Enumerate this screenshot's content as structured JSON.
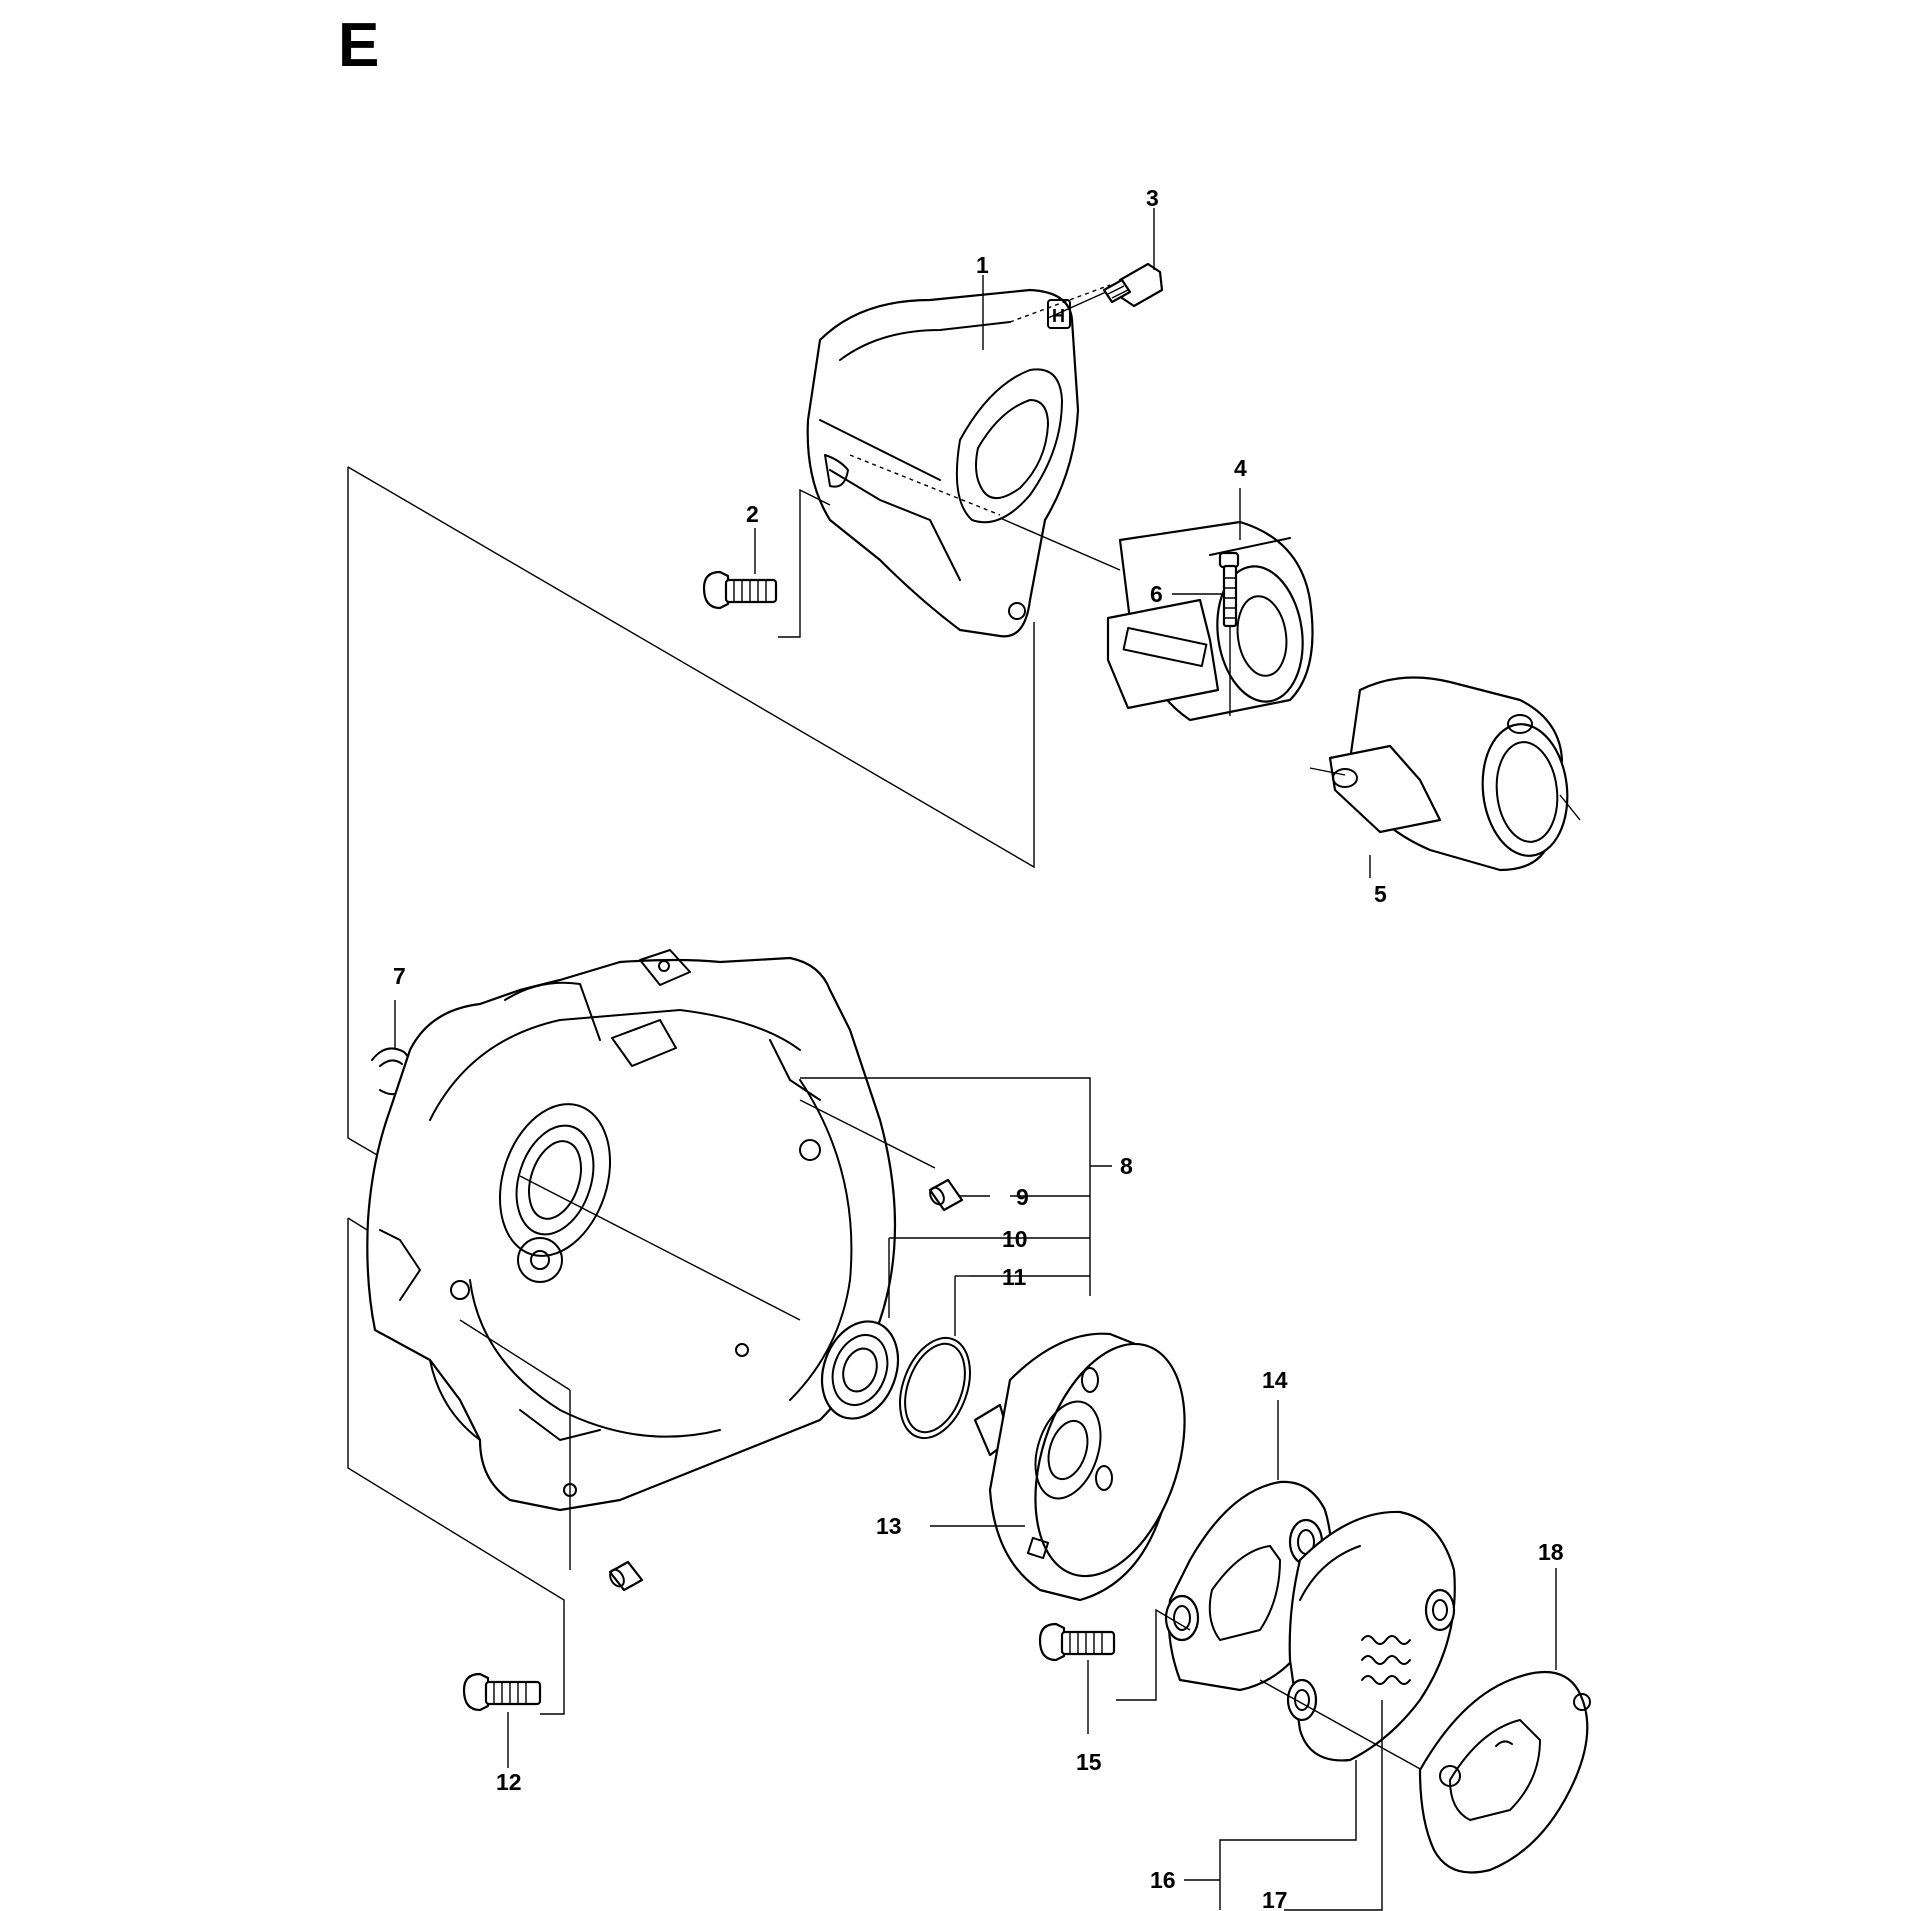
{
  "section": "E",
  "callouts": {
    "c1": "1",
    "c2": "2",
    "c3": "3",
    "c4": "4",
    "c5": "5",
    "c6": "6",
    "c7": "7",
    "c8": "8",
    "c9": "9",
    "c10": "10",
    "c11": "11",
    "c12": "12",
    "c13": "13",
    "c14": "14",
    "c15": "15",
    "c16": "16",
    "c17": "17",
    "c18": "18"
  },
  "logo": "H"
}
